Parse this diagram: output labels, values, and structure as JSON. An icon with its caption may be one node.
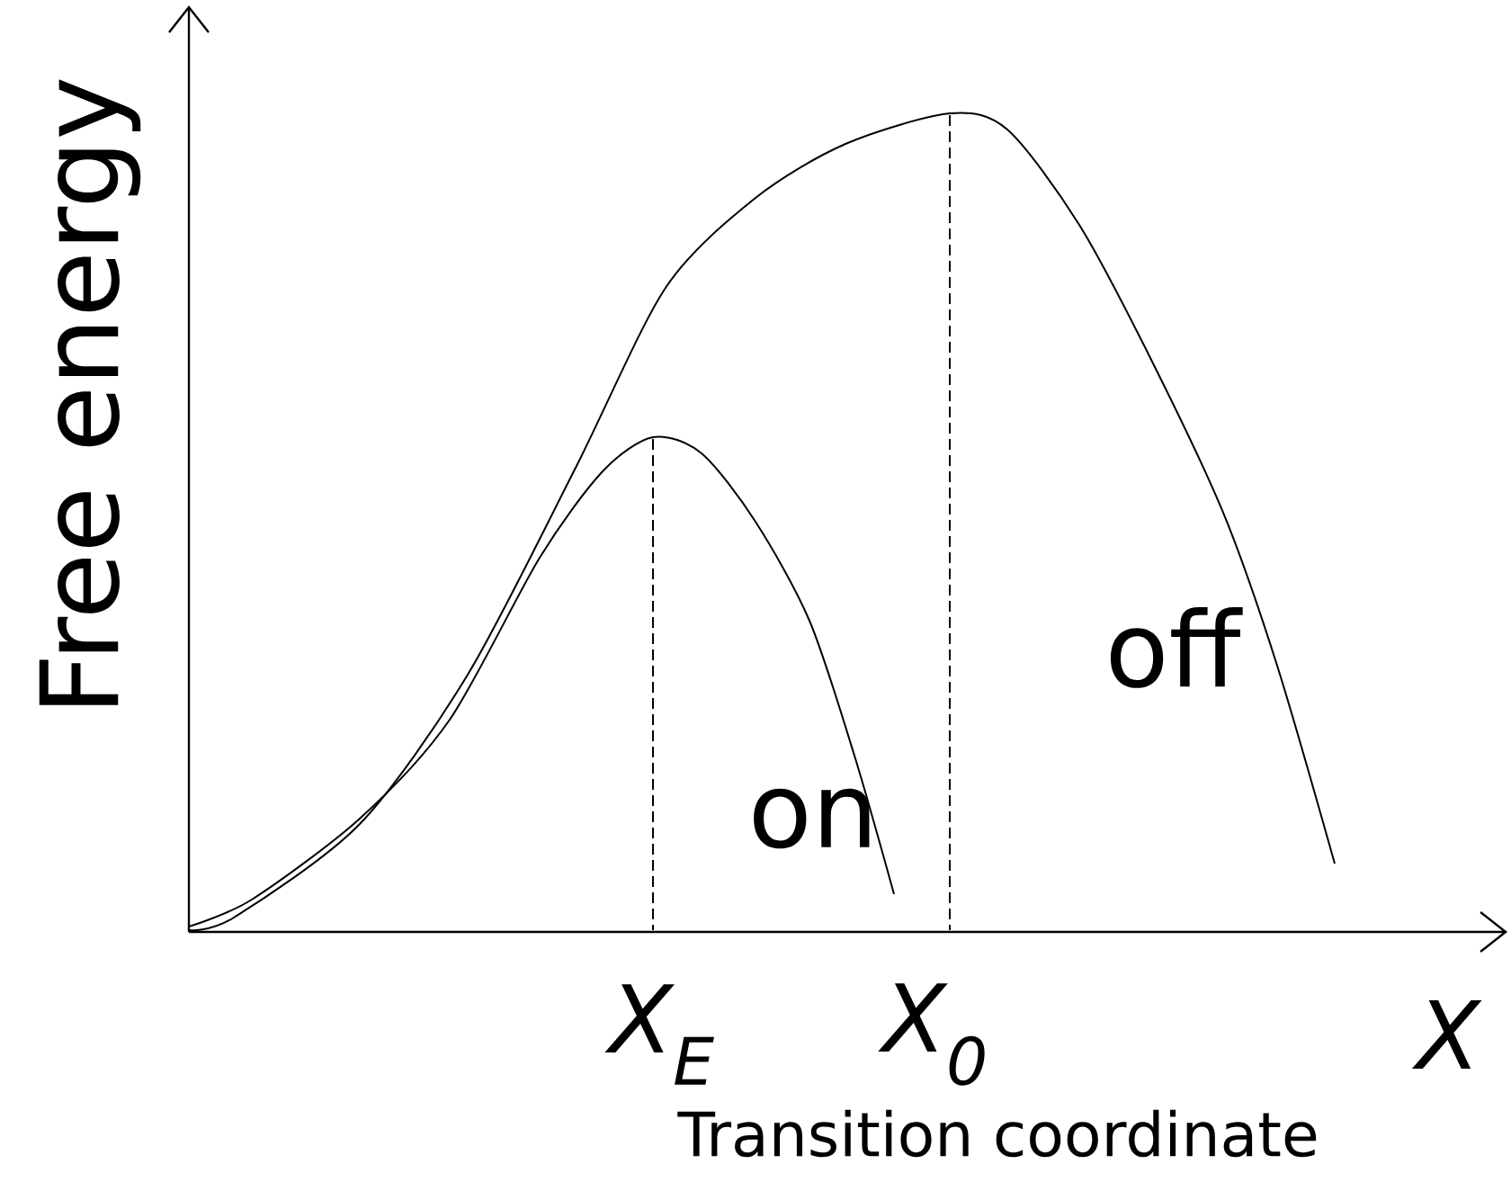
{
  "diagram": {
    "labels": [
      "Free energy",
      "off",
      "on",
      "X$_{E}$",
      "X$_{0}$",
      "X",
      "Transition coordinate"
    ]
  }
}
